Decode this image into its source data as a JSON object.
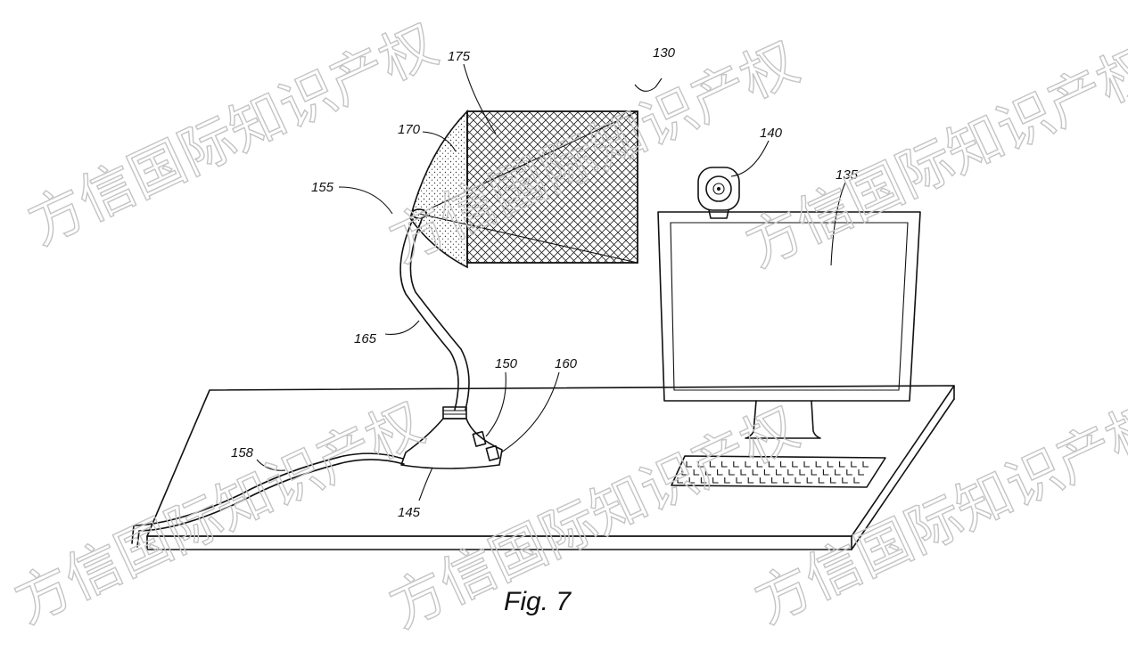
{
  "figure": {
    "caption": "Fig. 7"
  },
  "labels": {
    "system": "130",
    "monitor": "135",
    "camera": "140",
    "base": "145",
    "connector_a": "150",
    "lamp_head": "155",
    "power_cord": "158",
    "connector_b": "160",
    "arm": "165",
    "shade": "170",
    "screen": "175"
  },
  "watermark": {
    "text": "方信国际知识产权",
    "color": "#c4c4c4"
  }
}
